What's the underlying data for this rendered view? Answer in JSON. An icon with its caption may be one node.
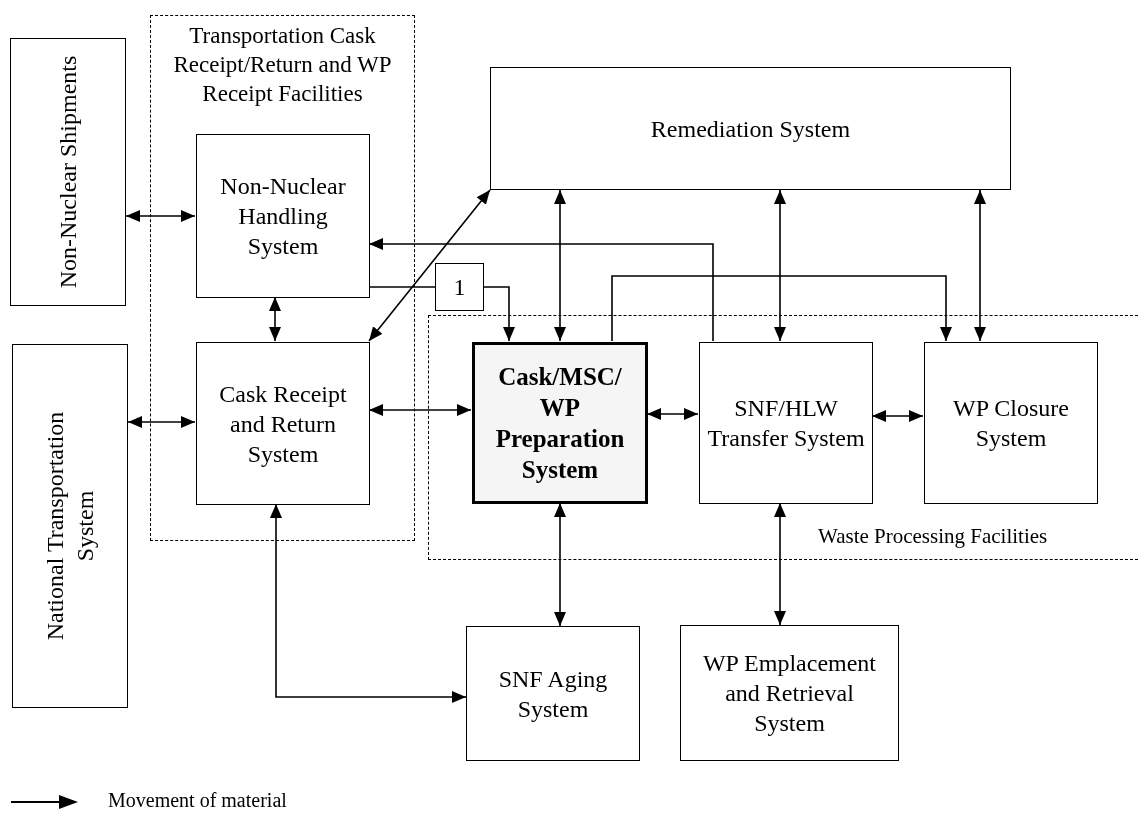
{
  "diagram": {
    "nodes": [
      {
        "text": [
          "Non-Nuclear Shipments"
        ]
      },
      {
        "text": [
          "National Transportation System"
        ]
      },
      {
        "text": [
          "Transportation Cask Receipt/Return and WP Receipt Facilities"
        ]
      },
      {
        "text": [
          "Non-Nuclear Handling System"
        ],
        "in": 2
      },
      {
        "text": [
          "Cask Receipt and Return System"
        ],
        "in": 2
      },
      {
        "text": [
          "Remediation System"
        ]
      },
      {
        "text": [
          "Waste Processing Facilities"
        ]
      },
      {
        "text": [
          "Cask/MSC/ WP Preparation System"
        ],
        "in": 6
      },
      {
        "text": [
          "SNF/HLW Transfer System"
        ],
        "in": 6
      },
      {
        "text": [
          "WP Closure System"
        ],
        "in": 6
      },
      {
        "text": [
          "SNF Aging System"
        ]
      },
      {
        "text": [
          "WP Emplacement and Retrieval System"
        ]
      },
      {
        "text": [
          "1"
        ]
      }
    ],
    "edges": [
      {
        "from": 0,
        "to": 3,
        "arrow": "both"
      },
      {
        "from": 1,
        "to": 4,
        "arrow": "both"
      },
      {
        "from": 3,
        "to": 4,
        "arrow": "both"
      },
      {
        "from": 4,
        "to": 7,
        "arrow": "both"
      },
      {
        "from": 4,
        "to": 5,
        "arrow": "both"
      },
      {
        "from": 7,
        "to": 8,
        "arrow": "both"
      },
      {
        "from": 8,
        "to": 9,
        "arrow": "both"
      },
      {
        "from": 7,
        "to": 5,
        "arrow": "both"
      },
      {
        "from": 8,
        "to": 5,
        "arrow": "both"
      },
      {
        "from": 9,
        "to": 5,
        "arrow": "both"
      },
      {
        "from": 7,
        "to": 10,
        "arrow": "both"
      },
      {
        "from": 8,
        "to": 11,
        "arrow": "both"
      },
      {
        "from": 4,
        "to": 10,
        "arrow": "both"
      },
      {
        "from": 3,
        "to": 12,
        "arrow": "none"
      },
      {
        "from": 12,
        "to": 7,
        "arrow": "to"
      },
      {
        "from": 8,
        "to": 3,
        "arrow": "to"
      },
      {
        "from": 7,
        "to": 9,
        "arrow": "to"
      }
    ],
    "legend": [
      {
        "text": "Movement of material"
      }
    ]
  }
}
